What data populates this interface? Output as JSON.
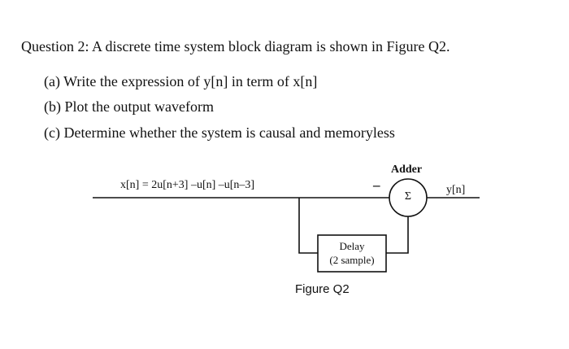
{
  "question": {
    "title": "Question 2: A discrete time system block diagram is shown in Figure Q2.",
    "parts": [
      "(a) Write the expression of y[n] in term of x[n]",
      "(b) Plot the output waveform",
      "(c) Determine whether the system is causal and memoryless"
    ]
  },
  "diagram": {
    "input_label": "x[n] = 2u[n+3] –u[n] –u[n–3]",
    "output_label": "y[n]",
    "adder_label": "Adder",
    "adder_symbol": "Σ",
    "minus_sign": "–",
    "delay_block": {
      "line1": "Delay",
      "line2": "(2 sample)"
    },
    "caption": "Figure Q2"
  }
}
